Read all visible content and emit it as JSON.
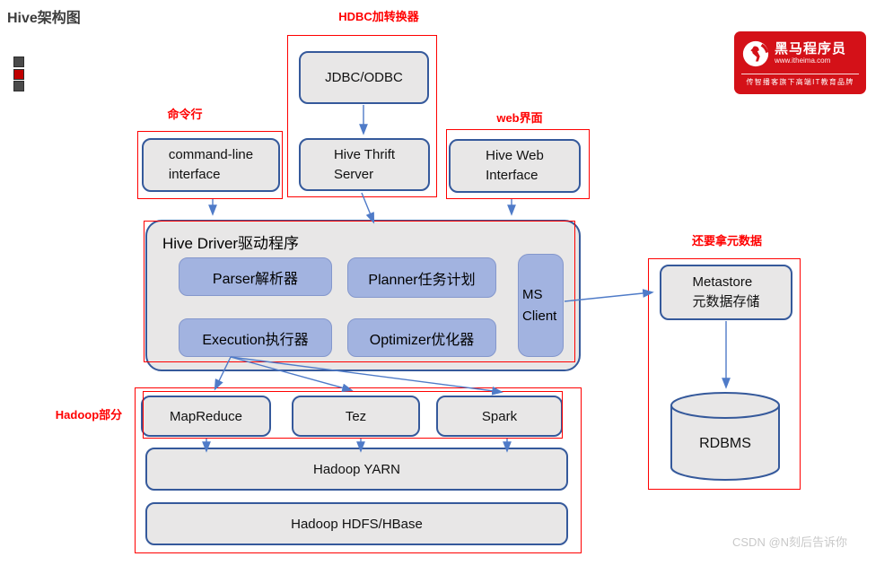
{
  "title": "Hive架构图",
  "watermark": "CSDN @N刻后告诉你",
  "logo": {
    "brand": "黑马程序员",
    "site": "www.itheima.com",
    "tagline": "传智播客旗下高端IT教育品牌"
  },
  "annotations": {
    "jdbc_group": "HDBC加转换器",
    "cli_group": "命令行",
    "web_group": "web界面",
    "metastore_group": "还要拿元数据",
    "hadoop_group": "Hadoop部分"
  },
  "nodes": {
    "jdbc_odbc": "JDBC/ODBC",
    "thrift": [
      "Hive Thrift",
      "Server"
    ],
    "cli": [
      "command-line",
      "interface"
    ],
    "web": [
      "Hive Web",
      "Interface"
    ],
    "driver_title": "Hive Driver驱动程序",
    "parser": "Parser解析器",
    "planner": "Planner任务计划",
    "execution": "Execution执行器",
    "optimizer": "Optimizer优化器",
    "ms_client": [
      "MS",
      "Client"
    ],
    "metastore": [
      "Metastore",
      "元数据存储"
    ],
    "rdbms": "RDBMS",
    "mapreduce": "MapReduce",
    "tez": "Tez",
    "spark": "Spark",
    "yarn": "Hadoop YARN",
    "hdfs_hbase": "Hadoop HDFS/HBase"
  },
  "colors": {
    "annotation_red": "#ff0000",
    "node_fill_gray": "#e8e7e7",
    "node_border_blue": "#35599b",
    "inner_fill_blue": "#a2b3e0",
    "arrow_blue": "#4f7bc8",
    "logo_red": "#d41118",
    "marker_dark": "#4a4a4a",
    "marker_red": "#c00000"
  }
}
